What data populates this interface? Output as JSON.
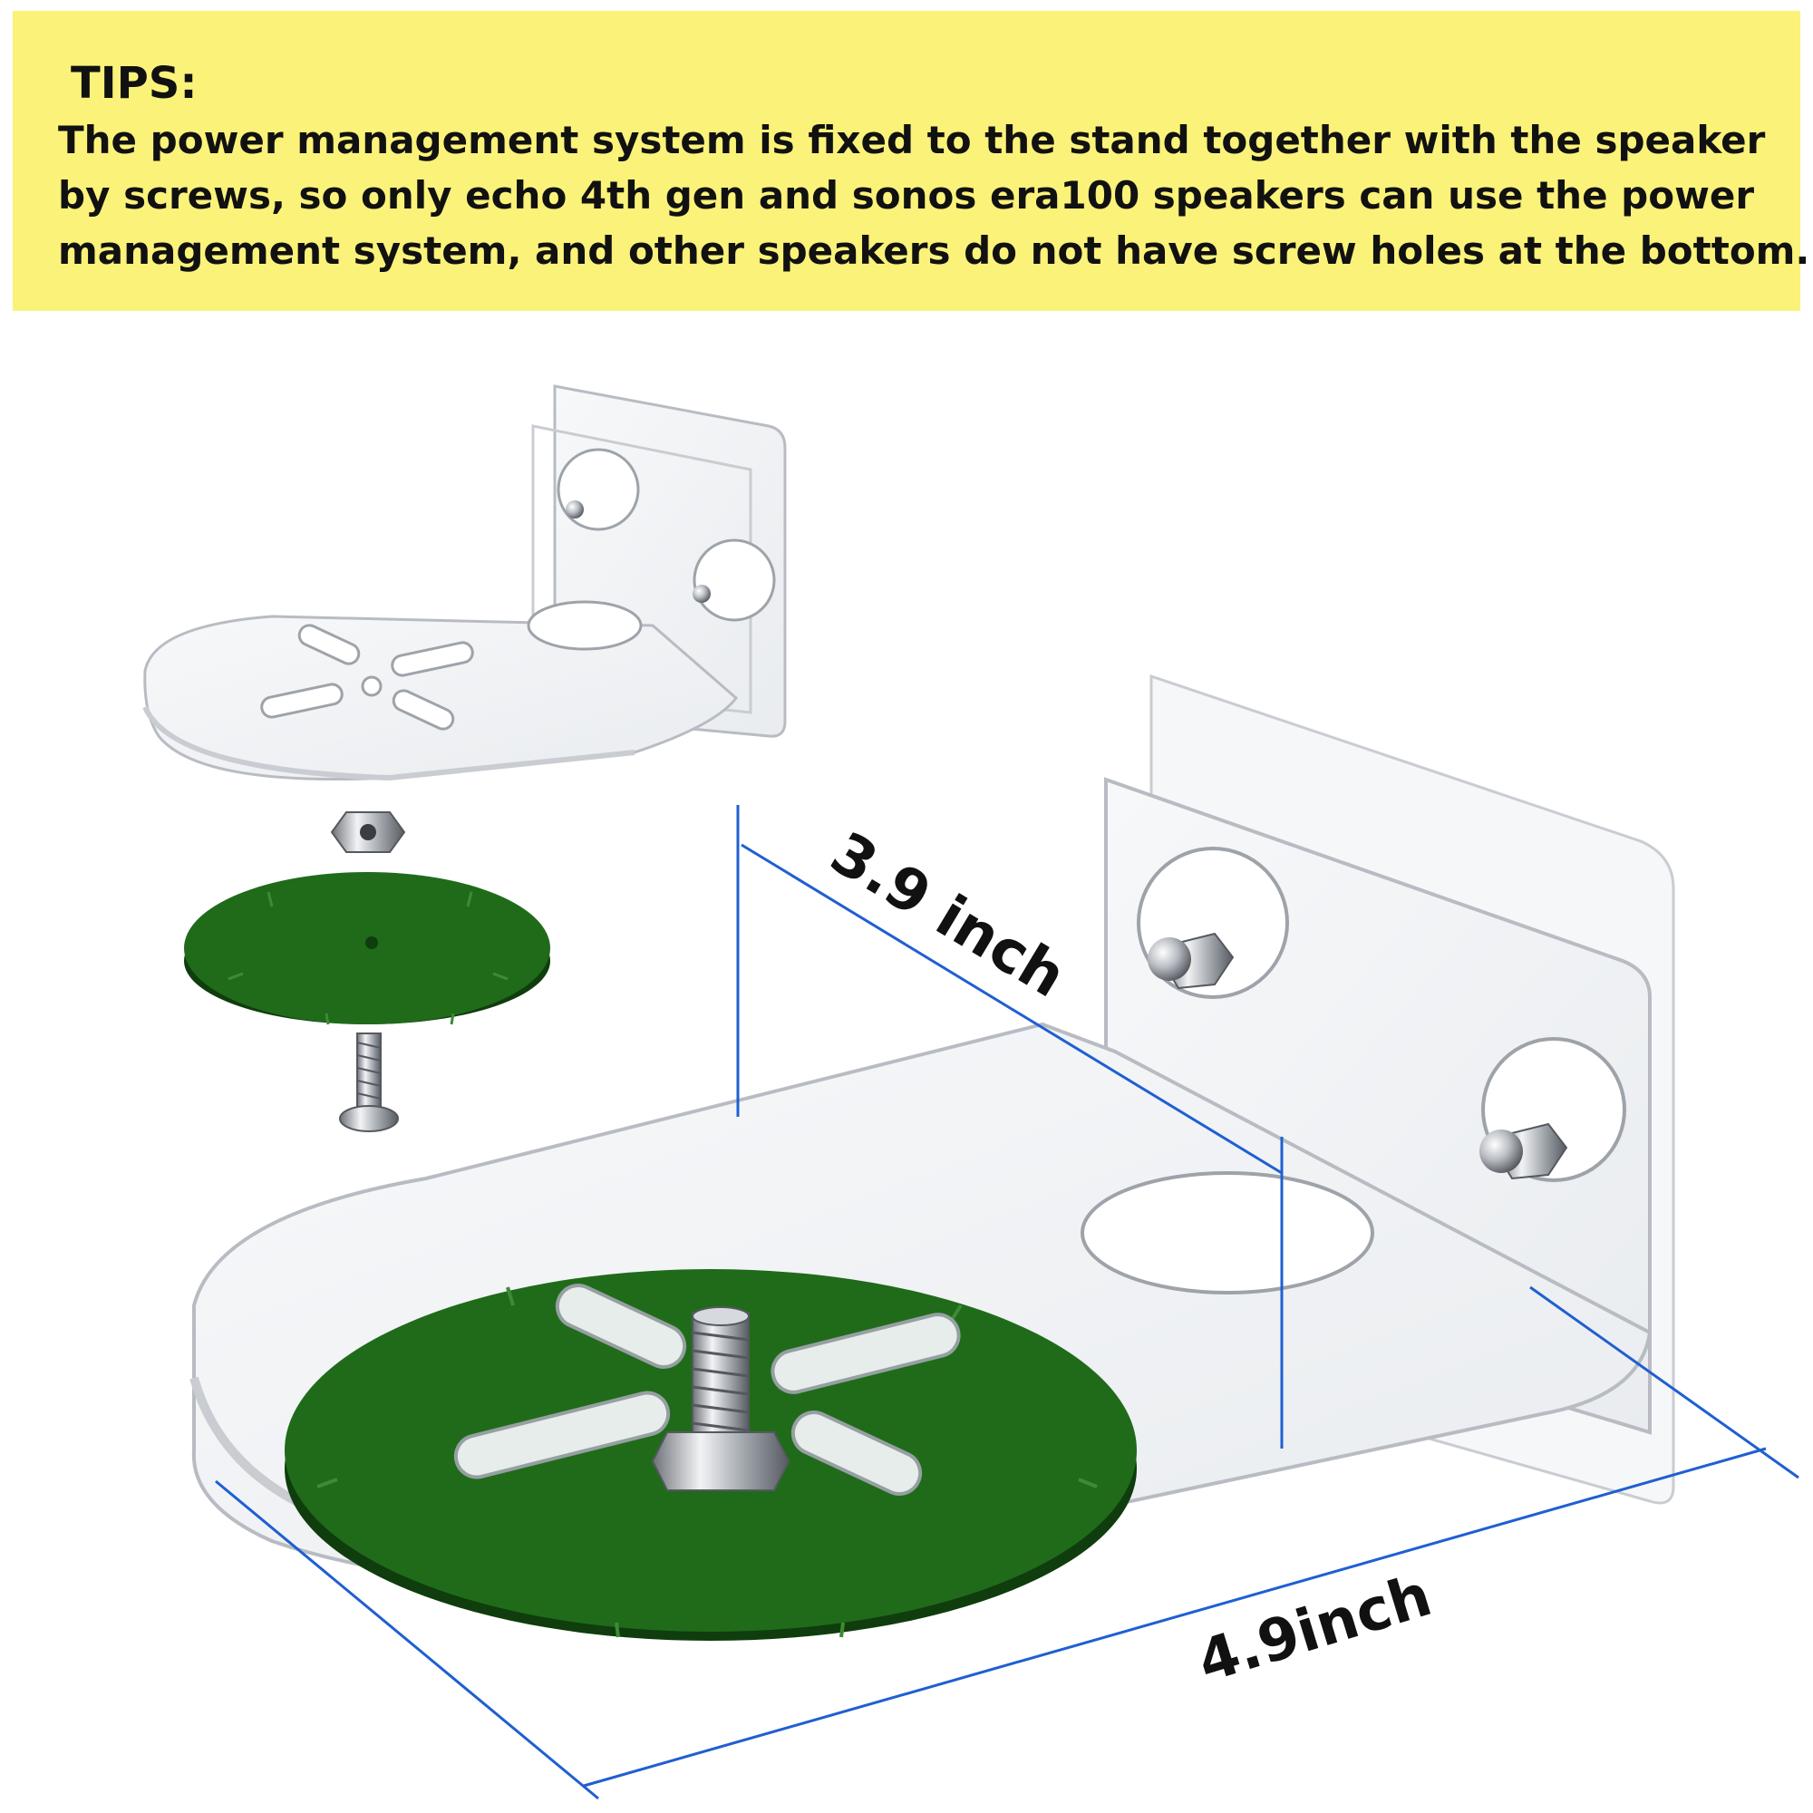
{
  "tips": {
    "title": "TIPS:",
    "lines": [
      "The power management system is fixed to the stand together with the speaker",
      "by screws, so only echo 4th gen and sonos era100 speakers can use the power",
      "management system, and other speakers do not have screw holes at the bottom."
    ],
    "background_color": "#fbf27a"
  },
  "dimensions": {
    "depth_label": "3.9 inch",
    "width_label": "4.9inch",
    "line_color": "#1f5fd1"
  },
  "colors": {
    "pcb_green": "#1f6b1a",
    "acrylic_edge": "#b8bcc2"
  }
}
